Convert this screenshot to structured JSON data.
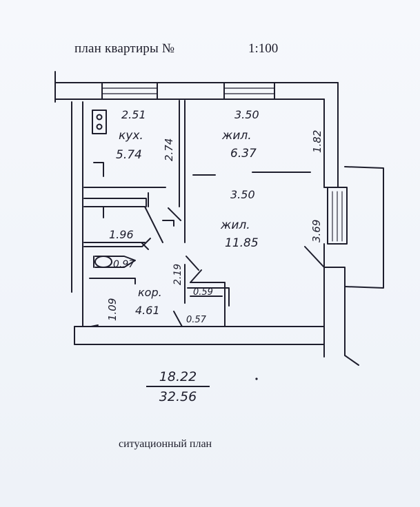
{
  "header": {
    "title": "план квартиры №",
    "scale": "1:100"
  },
  "rooms": {
    "kitchen": {
      "width": "2.51",
      "label": "кух.",
      "area": "5.74",
      "height": "2.74"
    },
    "living1": {
      "width": "3.50",
      "label": "жил.",
      "area": "6.37",
      "height": "1.82"
    },
    "living2": {
      "width": "3.50",
      "label": "жил.",
      "area": "11.85",
      "height": "3.69"
    },
    "bath": {
      "width": "1.96"
    },
    "wc": {
      "width": "0.97"
    },
    "corridor": {
      "label": "кор.",
      "area": "4.61",
      "height_left": "1.09",
      "height_mid": "2.19",
      "closet": "0.59",
      "bottom": "0.57"
    }
  },
  "totals": {
    "living_area": "18.22",
    "total_area": "32.56"
  },
  "footer": {
    "label": "ситуационный план"
  }
}
